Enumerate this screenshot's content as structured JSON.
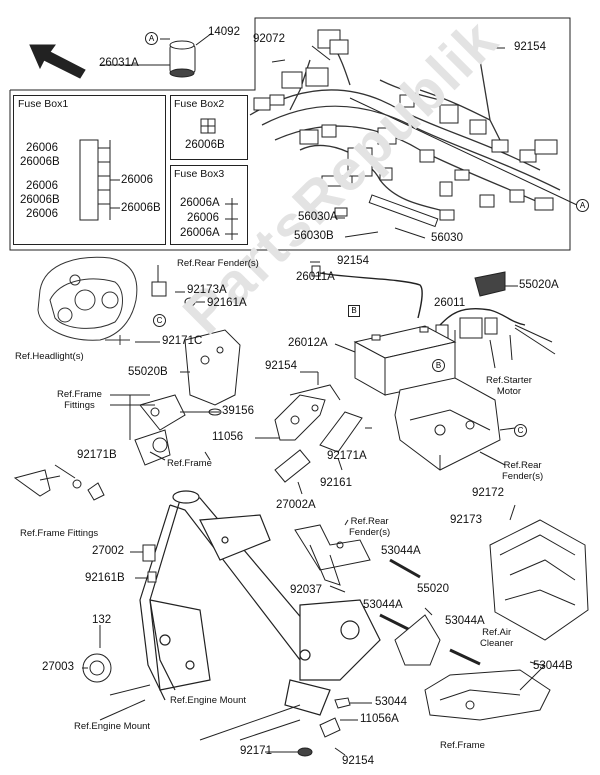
{
  "watermark": "PartsRepublik",
  "fuse_boxes": {
    "box1": {
      "title": "Fuse Box1",
      "left": [
        "26006",
        "26006B",
        "26006",
        "26006B",
        "26006"
      ],
      "right": [
        "26006",
        "26006B"
      ]
    },
    "box2": {
      "title": "Fuse Box2",
      "part": "26006B"
    },
    "box3": {
      "title": "Fuse Box3",
      "parts": [
        "26006A",
        "26006",
        "26006A"
      ]
    }
  },
  "callouts": {
    "a1": "A",
    "a2": "A",
    "c1": "C",
    "c2": "C",
    "b1": "B",
    "b2": "B"
  },
  "parts": {
    "p14092": "14092",
    "p26031A": "26031A",
    "p92072": "92072",
    "p92154_top": "92154",
    "p56030A": "56030A",
    "p56030B": "56030B",
    "p56030": "56030",
    "p92154_mid": "92154",
    "p26011A": "26011A",
    "p55020A": "55020A",
    "p26011": "26011",
    "p92173A": "92173A",
    "p92161A": "92161A",
    "p92171C": "92171C",
    "p26012A": "26012A",
    "p55020B": "55020B",
    "p92154_b": "92154",
    "p39156": "39156",
    "p11056": "11056",
    "p92171A": "92171A",
    "p92161": "92161",
    "p92171B": "92171B",
    "p27002A": "27002A",
    "p92172": "92172",
    "p92173": "92173",
    "p27002": "27002",
    "p92161B": "92161B",
    "p53044A_1": "53044A",
    "p55020": "55020",
    "p92037": "92037",
    "p53044A_2": "53044A",
    "p53044A_3": "53044A",
    "p132": "132",
    "p27003": "27003",
    "p53044B": "53044B",
    "p53044": "53044",
    "p11056A": "11056A",
    "p92171": "92171",
    "p92154_bot": "92154"
  },
  "refs": {
    "r_rear_fender_top": "Ref.Rear Fender(s)",
    "r_headlight": "Ref.Headlight(s)",
    "r_starter": "Ref.Starter\nMotor",
    "r_frame_fittings_1": "Ref.Frame\nFittings",
    "r_frame_1": "Ref.Frame",
    "r_rear_fender_right": "Ref.Rear\nFender(s)",
    "r_frame_fittings_2": "Ref.Frame Fittings",
    "r_rear_fender_mid": "Ref.Rear\nFender(s)",
    "r_air_cleaner": "Ref.Air\nCleaner",
    "r_engine_mount_1": "Ref.Engine Mount",
    "r_engine_mount_2": "Ref.Engine Mount",
    "r_frame_2": "Ref.Frame"
  }
}
